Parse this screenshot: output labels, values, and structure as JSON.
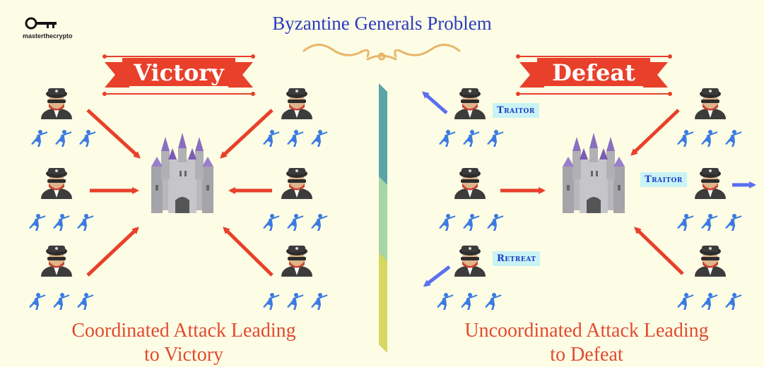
{
  "title": "Byzantine Generals Problem",
  "logo_text": "masterthecrypto",
  "left": {
    "banner": "Victory",
    "caption_line1": "Coordinated Attack Leading",
    "caption_line2": "to Victory"
  },
  "right": {
    "banner": "Defeat",
    "caption_line1": "Uncoordinated Attack Leading",
    "caption_line2": "to Defeat",
    "tags": [
      "Traitor",
      "Traitor",
      "Retreat"
    ]
  },
  "colors": {
    "title": "#2a3bbf",
    "banner_red": "#e8402a",
    "attack_arrow": "#e8402a",
    "flee_arrow": "#5b6ff0",
    "soldier": "#3a7be0",
    "tag_bg": "#c9f3f5",
    "caption": "#e24a2e"
  }
}
